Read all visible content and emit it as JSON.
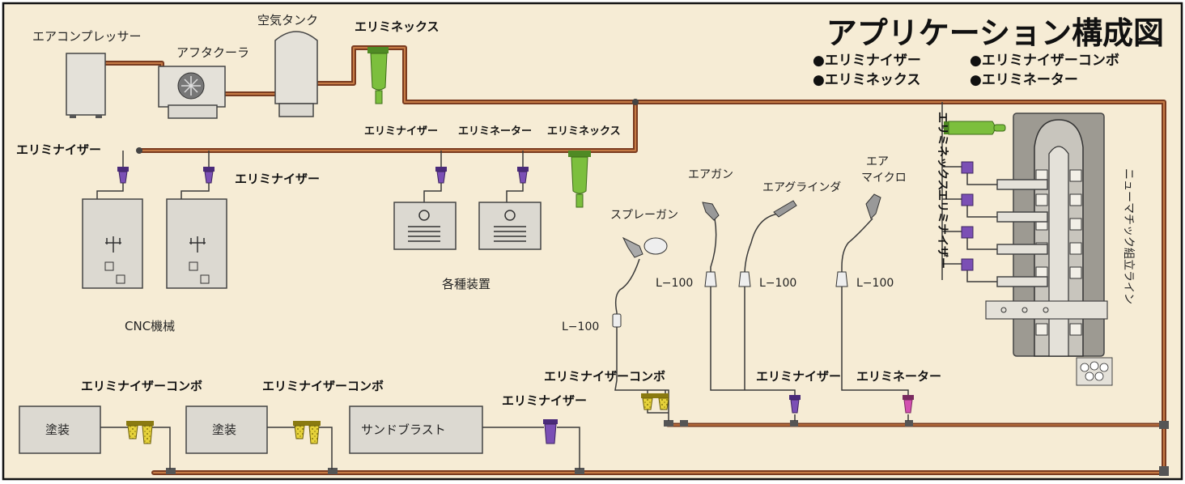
{
  "title": "アプリケーション構成図",
  "legend": [
    "●エリミナイザー",
    "●エリミナイザーコンボ",
    "●エリミネックス",
    "●エリミネーター"
  ],
  "equipment": {
    "compressor": "エアコンプレッサー",
    "aftercooler": "アフタクーラ",
    "air_tank": "空気タンク",
    "elimix_top": "エリミネックス"
  },
  "branch_labels": {
    "eliminizer": "エリミナイザー",
    "eliminator": "エリミネーター",
    "elimix": "エリミネックス"
  },
  "cnc": {
    "filter_left": "エリミナイザー",
    "filter_right": "エリミナイザー",
    "label": "CNC機械"
  },
  "devices_label": "各種装置",
  "tools": {
    "spray_gun": "スプレーガン",
    "air_gun": "エアガン",
    "air_grinder": "エアグラインダ",
    "air_micro_1": "エア",
    "air_micro_2": "マイクロ",
    "lubricator": "L−100"
  },
  "tool_filters": {
    "combo": "エリミナイザーコンボ",
    "eliminizer": "エリミナイザー",
    "eliminator": "エリミネーター"
  },
  "line": {
    "elimix_vertical": "エリミネックス",
    "eliminizer_vertical": "エリミナイザー",
    "name": "ニューマチック組立ライン"
  },
  "bottom": {
    "combo_1": "エリミナイザーコンボ",
    "combo_2": "エリミナイザーコンボ",
    "eliminizer": "エリミナイザー",
    "paint_1": "塗装",
    "paint_2": "塗装",
    "sandblast": "サンドブラスト"
  },
  "colors": {
    "background": "#f6ecd5",
    "pipe": "#7a3b1f",
    "pipe_highlight": "#c57a45",
    "elimix_green": "#7cbf3d",
    "eliminizer_purple": "#7b4fb5",
    "combo_yellow": "#e3d02c",
    "eliminator_pink": "#d24fb0"
  }
}
